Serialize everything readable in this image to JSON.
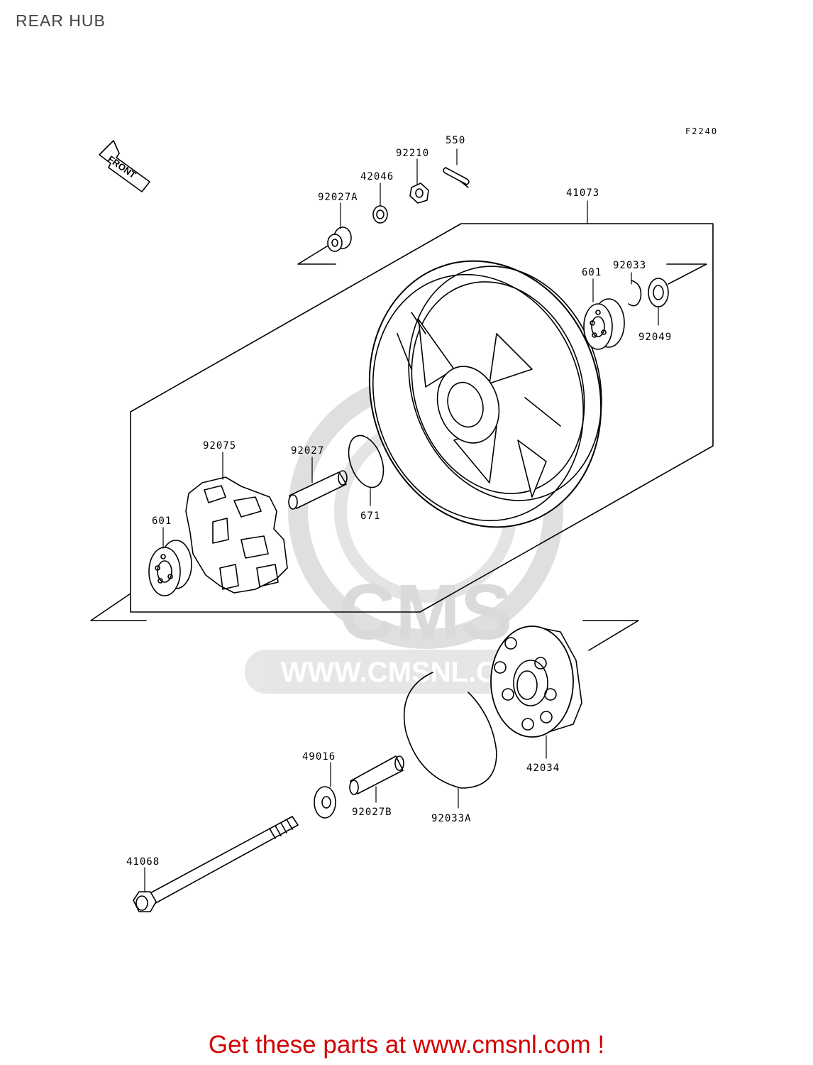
{
  "page_title": "REAR HUB",
  "figure_code": "F2240",
  "front_arrow_label": "FRONT",
  "watermark": {
    "brand": "CMS",
    "url": "WWW.CMSNL.COM",
    "color": "#d8d8d8"
  },
  "parts": [
    {
      "id": "p550",
      "number": "550"
    },
    {
      "id": "p92210",
      "number": "92210"
    },
    {
      "id": "p42046",
      "number": "42046"
    },
    {
      "id": "p92027A",
      "number": "92027A"
    },
    {
      "id": "p41073",
      "number": "41073"
    },
    {
      "id": "p601a",
      "number": "601"
    },
    {
      "id": "p92033",
      "number": "92033"
    },
    {
      "id": "p92049",
      "number": "92049"
    },
    {
      "id": "p92075",
      "number": "92075"
    },
    {
      "id": "p92027",
      "number": "92027"
    },
    {
      "id": "p671",
      "number": "671"
    },
    {
      "id": "p601b",
      "number": "601"
    },
    {
      "id": "p42034",
      "number": "42034"
    },
    {
      "id": "p49016",
      "number": "49016"
    },
    {
      "id": "p92027B",
      "number": "92027B"
    },
    {
      "id": "p92033A",
      "number": "92033A"
    },
    {
      "id": "p41068",
      "number": "41068"
    }
  ],
  "cta": {
    "text": "Get these parts at www.cmsnl.com !",
    "color": "#d20000"
  }
}
